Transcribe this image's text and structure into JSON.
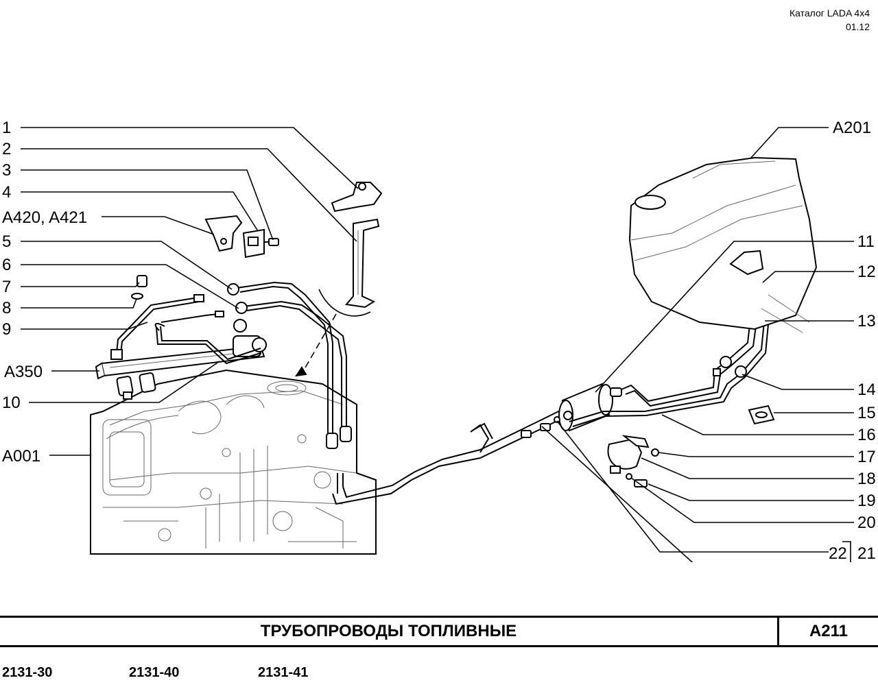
{
  "header": {
    "catalog": "Каталог  LADA  4x4",
    "date": "01.12"
  },
  "callouts": {
    "c1": "1",
    "c2": "2",
    "c3": "3",
    "c4": "4",
    "a420": "A420, A421",
    "c5": "5",
    "c6": "6",
    "c7": "7",
    "c8": "8",
    "c9": "9",
    "a350": "A350",
    "c10": "10",
    "a001": "A001",
    "a201": "A201",
    "c11": "11",
    "c12": "12",
    "c13": "13",
    "c14": "14",
    "c15": "15",
    "c16": "16",
    "c17": "17",
    "c18": "18",
    "c19": "19",
    "c20": "20",
    "c22": "22",
    "c21": "21"
  },
  "title": {
    "text": "ТРУБОПРОВОДЫ   ТОПЛИВНЫЕ",
    "code": "A211"
  },
  "models": [
    "2131-30",
    "2131-40",
    "2131-41"
  ]
}
